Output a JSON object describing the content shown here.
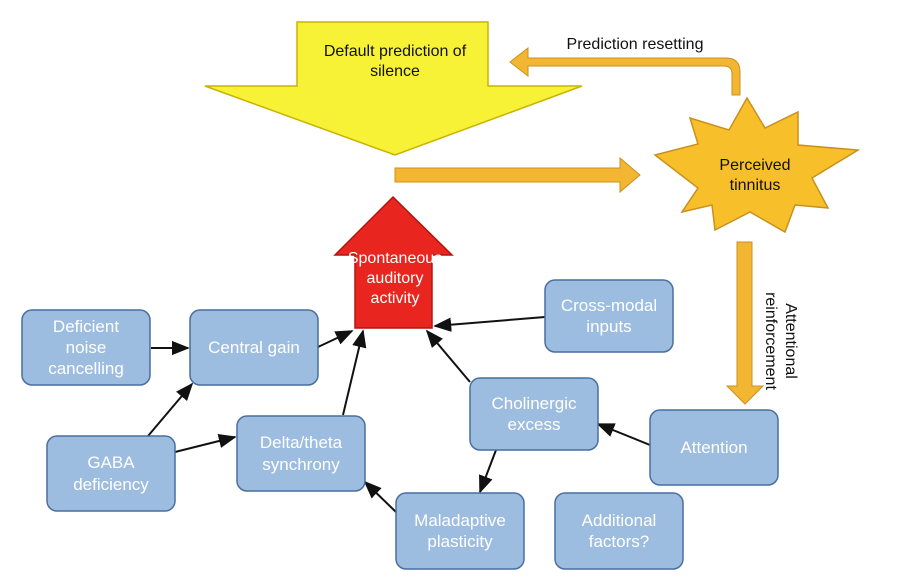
{
  "colors": {
    "box_fill": "#9dbde0",
    "box_stroke": "#4a6fa0",
    "yellow_fill": "#f7f236",
    "orange_arrow": "#f2b632",
    "red_arrow": "#e8251f",
    "connector": "#111111"
  },
  "nodes": {
    "default_prediction": "Default prediction of\nsilence",
    "perceived_tinnitus": "Perceived\ntinnitus",
    "spontaneous_activity": "Spontaneous\nauditory\nactivity",
    "deficient_noise": "Deficient\nnoise\ncancelling",
    "central_gain": "Central gain",
    "cross_modal": "Cross-modal\ninputs",
    "gaba": "GABA\ndeficiency",
    "delta_theta": "Delta/theta\nsynchrony",
    "cholinergic": "Cholinergic\nexcess",
    "attention": "Attention",
    "maladaptive": "Maladaptive\nplasticity",
    "additional": "Additional\nfactors?"
  },
  "edge_labels": {
    "prediction_resetting": "Prediction resetting",
    "attentional_reinforcement": "Attentional\nreinforcement"
  }
}
